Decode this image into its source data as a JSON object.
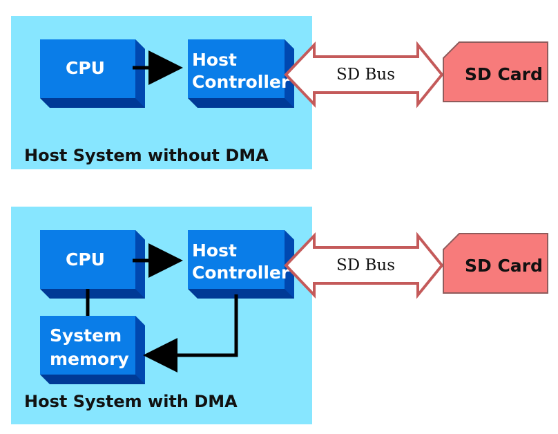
{
  "diagrams": [
    {
      "panel_label": "Host System without DMA",
      "cpu_label": "CPU",
      "host_controller_label": [
        "Host",
        "Controller"
      ],
      "bus_label": "SD Bus",
      "card_label": "SD Card"
    },
    {
      "panel_label": "Host System with DMA",
      "cpu_label": "CPU",
      "host_controller_label": [
        "Host",
        "Controller"
      ],
      "memory_label": [
        "System",
        "memory"
      ],
      "bus_label": "SD Bus",
      "card_label": "SD Card"
    }
  ],
  "colors": {
    "panel_background": "#87e6ff",
    "box_face": "#0a7de8",
    "box_side": "#0048b0",
    "box_bottom": "#003a96",
    "card_fill": "#f77b7b",
    "card_stroke": "#8f5b5b",
    "bus_stroke": "#c45a5a",
    "arrow": "#000000"
  }
}
